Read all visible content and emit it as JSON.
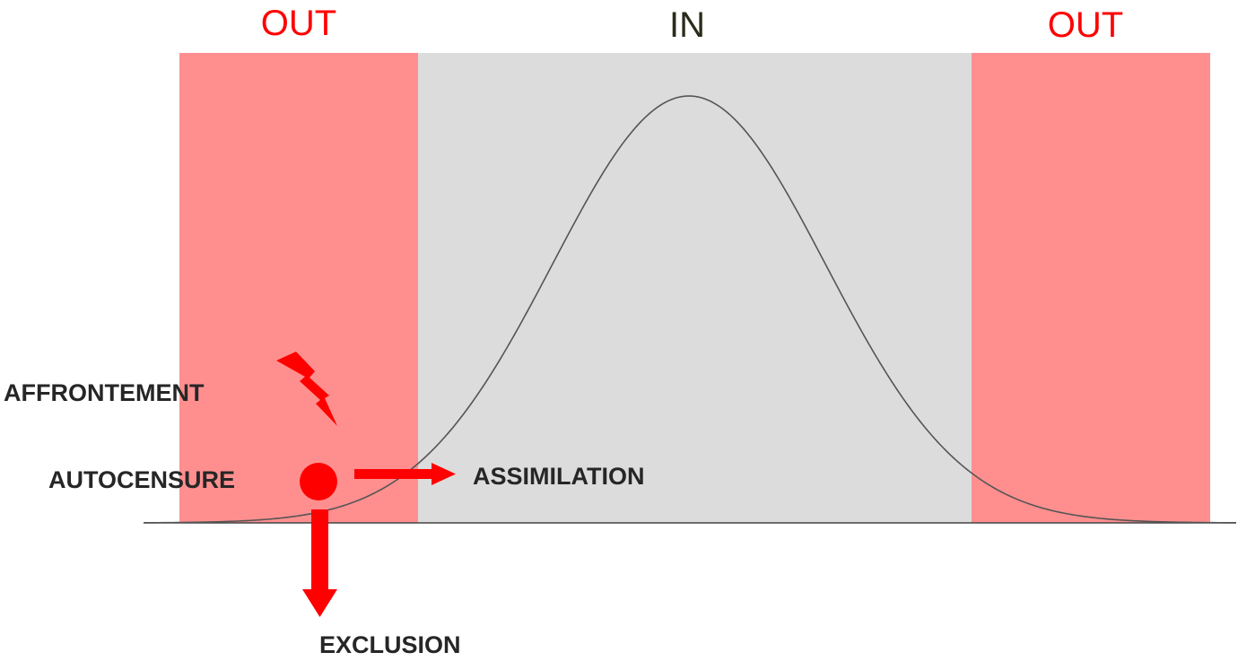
{
  "zones": {
    "out_left_label": "OUT",
    "in_label": "IN",
    "out_right_label": "OUT"
  },
  "actions": {
    "affrontement": "AFFRONTEMENT",
    "autocensure": "AUTOCENSURE",
    "assimilation": "ASSIMILATION",
    "exclusion": "EXCLUSION"
  },
  "colors": {
    "out_zone": "#ff8f8f",
    "in_zone": "#dcdcdc",
    "accent_red": "#ff0000",
    "curve": "#555555"
  },
  "icons": [
    "lightning-bolt-icon",
    "position-dot-icon",
    "arrow-right-icon",
    "arrow-down-icon"
  ]
}
